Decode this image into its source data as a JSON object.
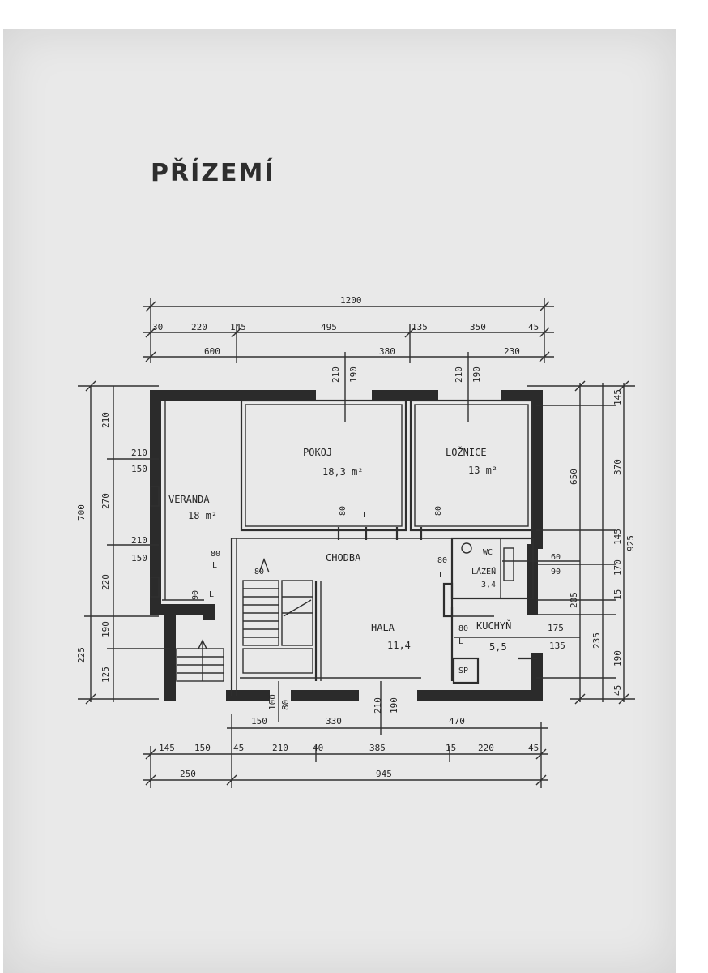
{
  "title": "PŘÍZEMÍ",
  "rooms": {
    "pokoj": {
      "name": "POKOJ",
      "area": "18,3 m²"
    },
    "loznice": {
      "name": "LOŽNICE",
      "area": "13 m²"
    },
    "veranda": {
      "name": "VERANDA",
      "area": "18 m²"
    },
    "chodba": {
      "name": "CHODBA"
    },
    "hala": {
      "name": "HALA",
      "area": "11,4"
    },
    "kuchyn": {
      "name": "KUCHYŇ",
      "area": "5,5"
    },
    "wc": {
      "name": "WC"
    },
    "lazne": {
      "name": "LÁZEŇ",
      "area": "3,4"
    },
    "sp": {
      "name": "SP"
    }
  },
  "dimensions": {
    "top": {
      "overall": "1200",
      "row1": [
        "30",
        "220",
        "145",
        "495",
        "135",
        "350",
        "45"
      ],
      "row2": [
        "600",
        "380",
        "230"
      ],
      "openings": [
        "210",
        "190",
        "210",
        "190"
      ]
    },
    "bottom": {
      "row1": [
        "150",
        "330",
        "470"
      ],
      "row2": [
        "145",
        "150",
        "45",
        "210",
        "40",
        "385",
        "15",
        "220",
        "45"
      ],
      "overall": [
        "250",
        "945"
      ],
      "openings": [
        "100",
        "80",
        "210",
        "190"
      ]
    },
    "left": {
      "overall": "700",
      "outer": [
        "225"
      ],
      "inner": [
        "210",
        "270",
        "220",
        "190",
        "125"
      ],
      "window1": [
        "210",
        "150"
      ],
      "window2": [
        "210",
        "150"
      ]
    },
    "right": {
      "overall": "925",
      "outer": [
        "650",
        "205",
        "235"
      ],
      "inner": [
        "145",
        "370",
        "145",
        "170",
        "15",
        "190",
        "45"
      ]
    },
    "interior": [
      "80",
      "80",
      "80",
      "80",
      "80",
      "90",
      "60",
      "90",
      "175",
      "135",
      "80",
      "L",
      "L",
      "L",
      "L",
      "L"
    ]
  }
}
